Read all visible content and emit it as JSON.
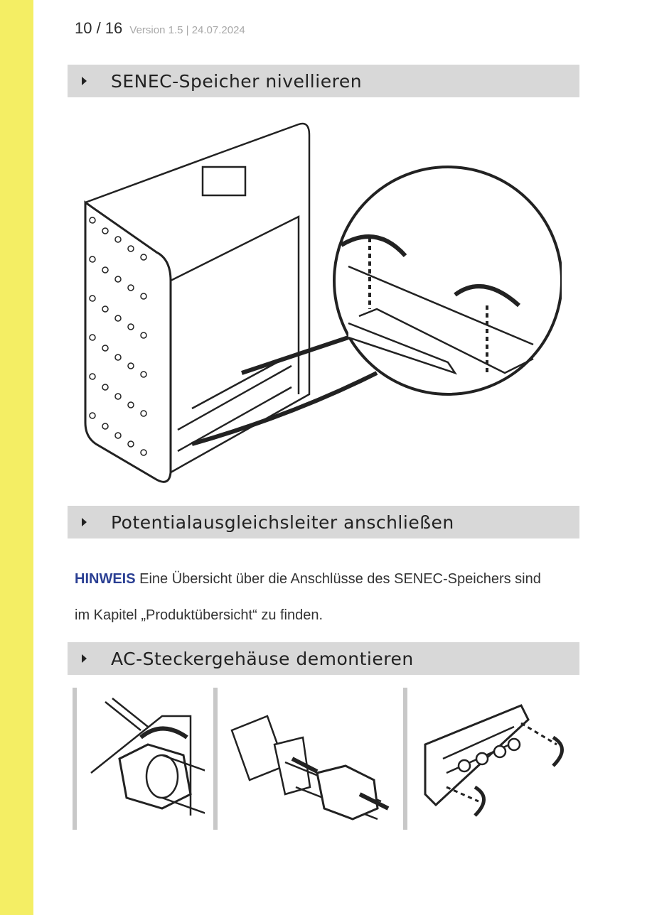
{
  "header": {
    "page": "10 / 16",
    "version": "Version 1.5 | 24.07.2024"
  },
  "sections": [
    {
      "title": "SENEC-Speicher nivellieren"
    },
    {
      "title": "Potentialausgleichsleiter anschließen"
    },
    {
      "title": "AC-Steckergehäuse demontieren"
    }
  ],
  "note": {
    "label": "HINWEIS",
    "text": " Eine Übersicht über die Anschlüsse des SENEC-Speichers sind im Kapitel „Produktübersicht“ zu finden."
  },
  "colors": {
    "accent_strip": "#f4ee64",
    "section_bar": "#d8d8d8",
    "note_label": "#2a3f93"
  }
}
